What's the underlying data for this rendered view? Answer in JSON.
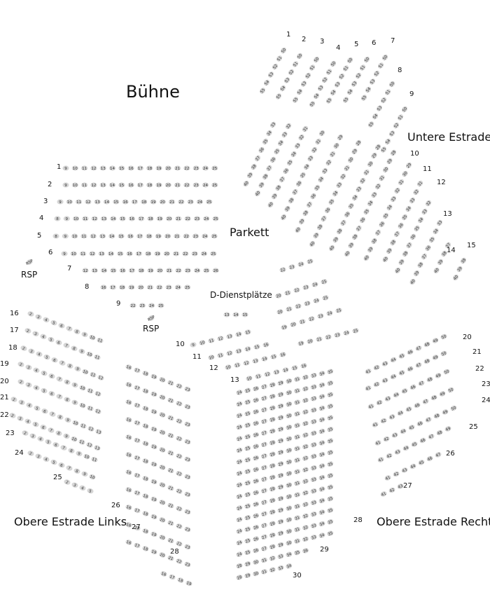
{
  "labels": {
    "stage": "Bühne",
    "parkett": "Parkett",
    "untere": "Untere Estrade",
    "links": "Obere Estrade Links",
    "rechts": "Obere Estrade Rechts",
    "dienst": "D-Dienstplätze",
    "rsp": "RSP"
  },
  "rows": {
    "parkett": [
      "1",
      "2",
      "3",
      "4",
      "5",
      "6",
      "7",
      "8",
      "9"
    ],
    "untere": [
      "1",
      "2",
      "3",
      "4",
      "5",
      "6",
      "7",
      "8",
      "9",
      "10",
      "11",
      "12",
      "13",
      "14",
      "15"
    ],
    "links": [
      "16",
      "17",
      "18",
      "19",
      "20",
      "21",
      "22",
      "23",
      "24",
      "25",
      "26",
      "27",
      "28"
    ],
    "mitte": [
      "10",
      "11",
      "12",
      "13",
      "29",
      "30",
      "28"
    ],
    "rechts": [
      "20",
      "21",
      "22",
      "23",
      "24",
      "25",
      "26",
      "27"
    ]
  },
  "colors": {
    "seat": "#d6d6d6",
    "text": "#111111"
  }
}
